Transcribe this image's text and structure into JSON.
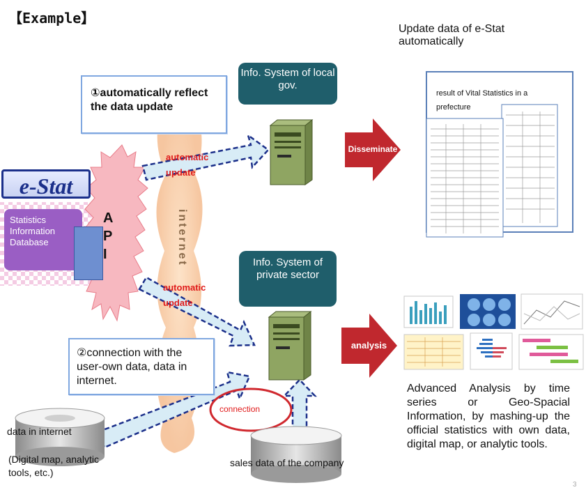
{
  "title": "【Example】",
  "update_caption": "Update data of e-Stat automatically",
  "callout1": "①automatically reflect the data update",
  "local_gov_box": "Info. System of local gov.",
  "private_box": "Info. System of private sector",
  "disseminate": "Disseminate",
  "analysis": "analysis",
  "auto_update_1": "automatic update",
  "auto_update_2": "automatic update",
  "estat_logo": "e-Stat",
  "database": "Statistics Information Database",
  "api": "A P I",
  "internet": "internet",
  "callout2": "②connection with the user-own data, data in internet.",
  "connection": "connection",
  "data_internet": "data in internet",
  "digital_map": "(Digital map, analytic tools, etc.)",
  "sales_data": "sales data of the company",
  "doc_title": "result of Vital Statistics in a prefecture",
  "advanced": "Advanced Analysis by time series or Geo-Spacial Information, by mashing-up the official statistics with own data, digital map, or analytic tools.",
  "page_number": "3",
  "colors": {
    "teal": "#1f5e6b",
    "red": "#c0282e",
    "purple": "#9a5ec4",
    "blue_dark": "#1b2f8a",
    "arrow_fill": "#d8ecf6",
    "arrow_border": "#1b2f8a"
  }
}
